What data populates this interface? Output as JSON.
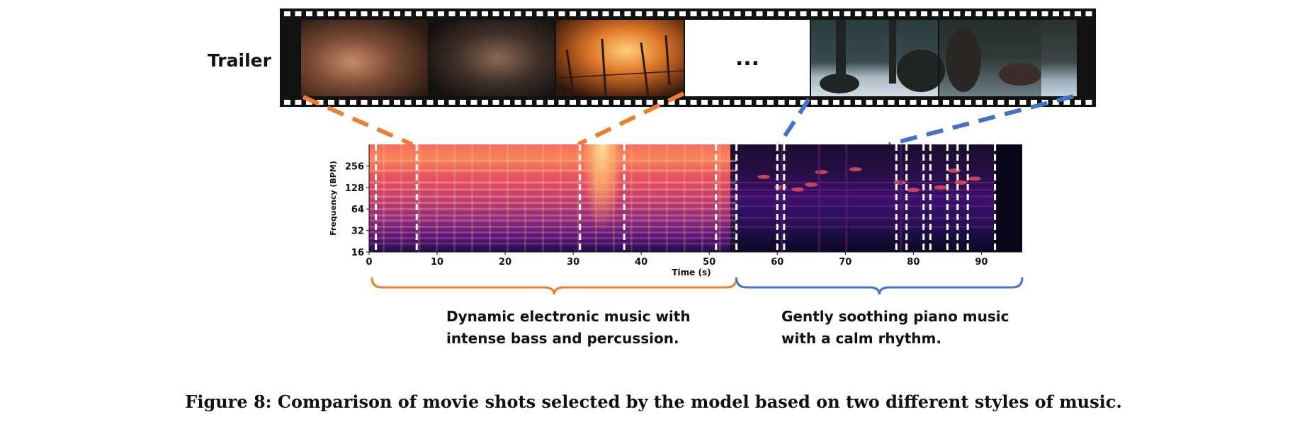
{
  "trailer_label": "Trailer",
  "ellipsis": "...",
  "spectrogram": {
    "ylabel": "Frequency (BPM)",
    "xlabel": "Time (s)",
    "yticks": [
      "256",
      "128",
      "64",
      "32",
      "16"
    ],
    "xticks": [
      "0",
      "10",
      "20",
      "30",
      "40",
      "50",
      "60",
      "70",
      "80",
      "90"
    ],
    "xlim": [
      0,
      96
    ],
    "ylim": [
      16,
      512
    ],
    "scale": "log2",
    "shot_boundaries_s": [
      1,
      7,
      31,
      37.5,
      51,
      54,
      60,
      61,
      77.5,
      79,
      81.5,
      82.5,
      85,
      86.5,
      88,
      92
    ],
    "colormap": "magma"
  },
  "groups": [
    {
      "color": "#ed7d31",
      "time_range_s": [
        0,
        54
      ],
      "description_line1": "Dynamic electronic music with",
      "description_line2": "intense bass and percussion."
    },
    {
      "color": "#4472c4",
      "time_range_s": [
        54,
        96
      ],
      "description_line1": "Gently soothing piano music",
      "description_line2": "with a calm rhythm."
    }
  ],
  "caption": "Figure 8: Comparison of movie shots selected by the model based on two different styles of music."
}
